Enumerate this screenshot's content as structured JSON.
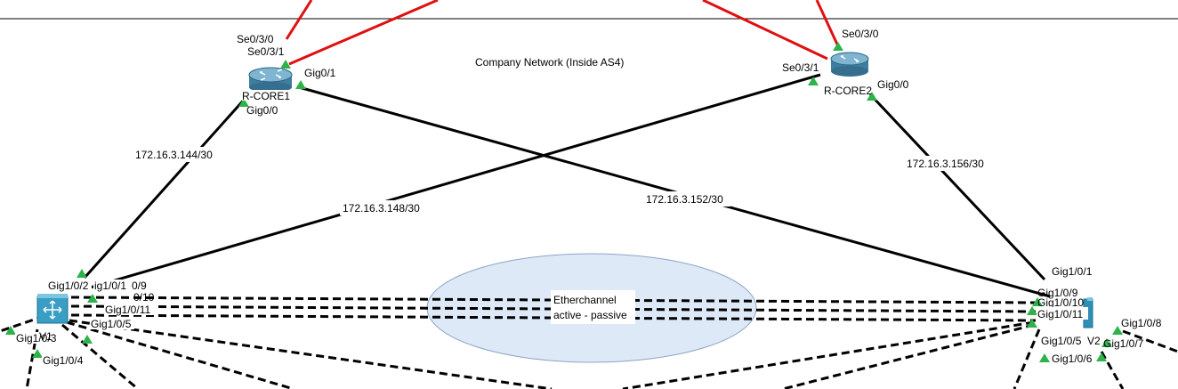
{
  "title": "Company Network (Inside AS4)",
  "devices": {
    "r1": {
      "name": "R-CORE1"
    },
    "r2": {
      "name": "R-CORE2"
    },
    "ds1": {
      "name": ""
    },
    "ds2": {
      "name": ""
    }
  },
  "subnets": {
    "s144": "172.16.3.144/30",
    "s148": "172.16.3.148/30",
    "s152": "172.16.3.152/30",
    "s156": "172.16.3.156/30"
  },
  "interfaces": {
    "r1_se030": "Se0/3/0",
    "r1_se031": "Se0/3/1",
    "r1_gig01": "Gig0/1",
    "r1_gig00": "Gig0/0",
    "r2_se030": "Se0/3/0",
    "r2_se031": "Se0/3/1",
    "r2_gig00": "Gig0/0",
    "ds1_gig102": "Gig1/0/2",
    "ds1_gig101": "ig1/0/1",
    "ds1_gig109": "0/9",
    "ds1_gig1010": "0/10",
    "ds1_gig1011": "Gig1/0/11",
    "ds1_gig105": "Gig1/0/5",
    "ds1_gig103": "Gig1/0/3",
    "ds1_v1": "V1",
    "ds1_gig104": "Gig1/0/4",
    "ds2_gig101": "Gig1/0/1",
    "ds2_gig109": "Gig1/0/9",
    "ds2_gig1010": "Gig1/0/10",
    "ds2_gig1011": "Gig1/0/11",
    "ds2_gig105": "Gig1/0/5",
    "ds2_v2": "V2",
    "ds2_gig106": "Gig1/0/6",
    "ds2_gig107": "Gig1/0/7",
    "ds2_gig108": "Gig1/0/8"
  },
  "etherchannel": {
    "line1": "Etherchannel",
    "line2": "active - passive"
  },
  "colors": {
    "serial_link": "#e01010",
    "ethernet_link": "#000000",
    "port_up": "#2db34a",
    "router_body": "#4a8fb0",
    "switch_body": "#3a9ec4",
    "ellipse_fill": "#dde9f7",
    "ellipse_stroke": "#8ea4c4"
  }
}
